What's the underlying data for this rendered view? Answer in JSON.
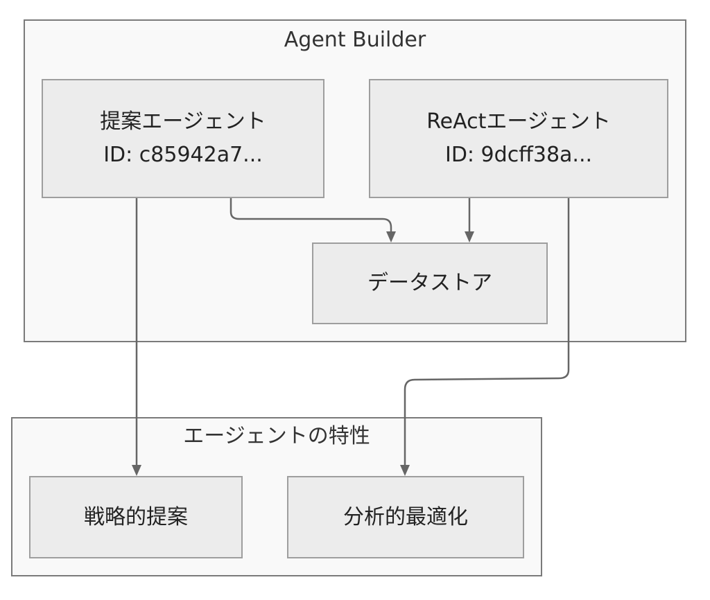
{
  "clusters": {
    "builder": {
      "title": "Agent Builder"
    },
    "traits": {
      "title": "エージェントの特性"
    }
  },
  "nodes": {
    "proposal_agent": {
      "name": "提案エージェント",
      "id": "ID: c85942a7..."
    },
    "react_agent": {
      "name": "ReActエージェント",
      "id": "ID: 9dcff38a..."
    },
    "datastore": {
      "label": "データストア"
    },
    "strategic": {
      "label": "戦略的提案"
    },
    "analytic": {
      "label": "分析的最適化"
    }
  },
  "edges": [
    {
      "from": "提案エージェント",
      "to": "データストア"
    },
    {
      "from": "ReActエージェント",
      "to": "データストア"
    },
    {
      "from": "提案エージェント",
      "to": "戦略的提案"
    },
    {
      "from": "ReActエージェント",
      "to": "分析的最適化"
    }
  ],
  "colors": {
    "cluster_fill": "#f9f9f9",
    "cluster_border": "#7a7a7a",
    "node_fill": "#ececec",
    "node_border": "#9e9e9e",
    "edge": "#666666",
    "text": "#333333"
  }
}
